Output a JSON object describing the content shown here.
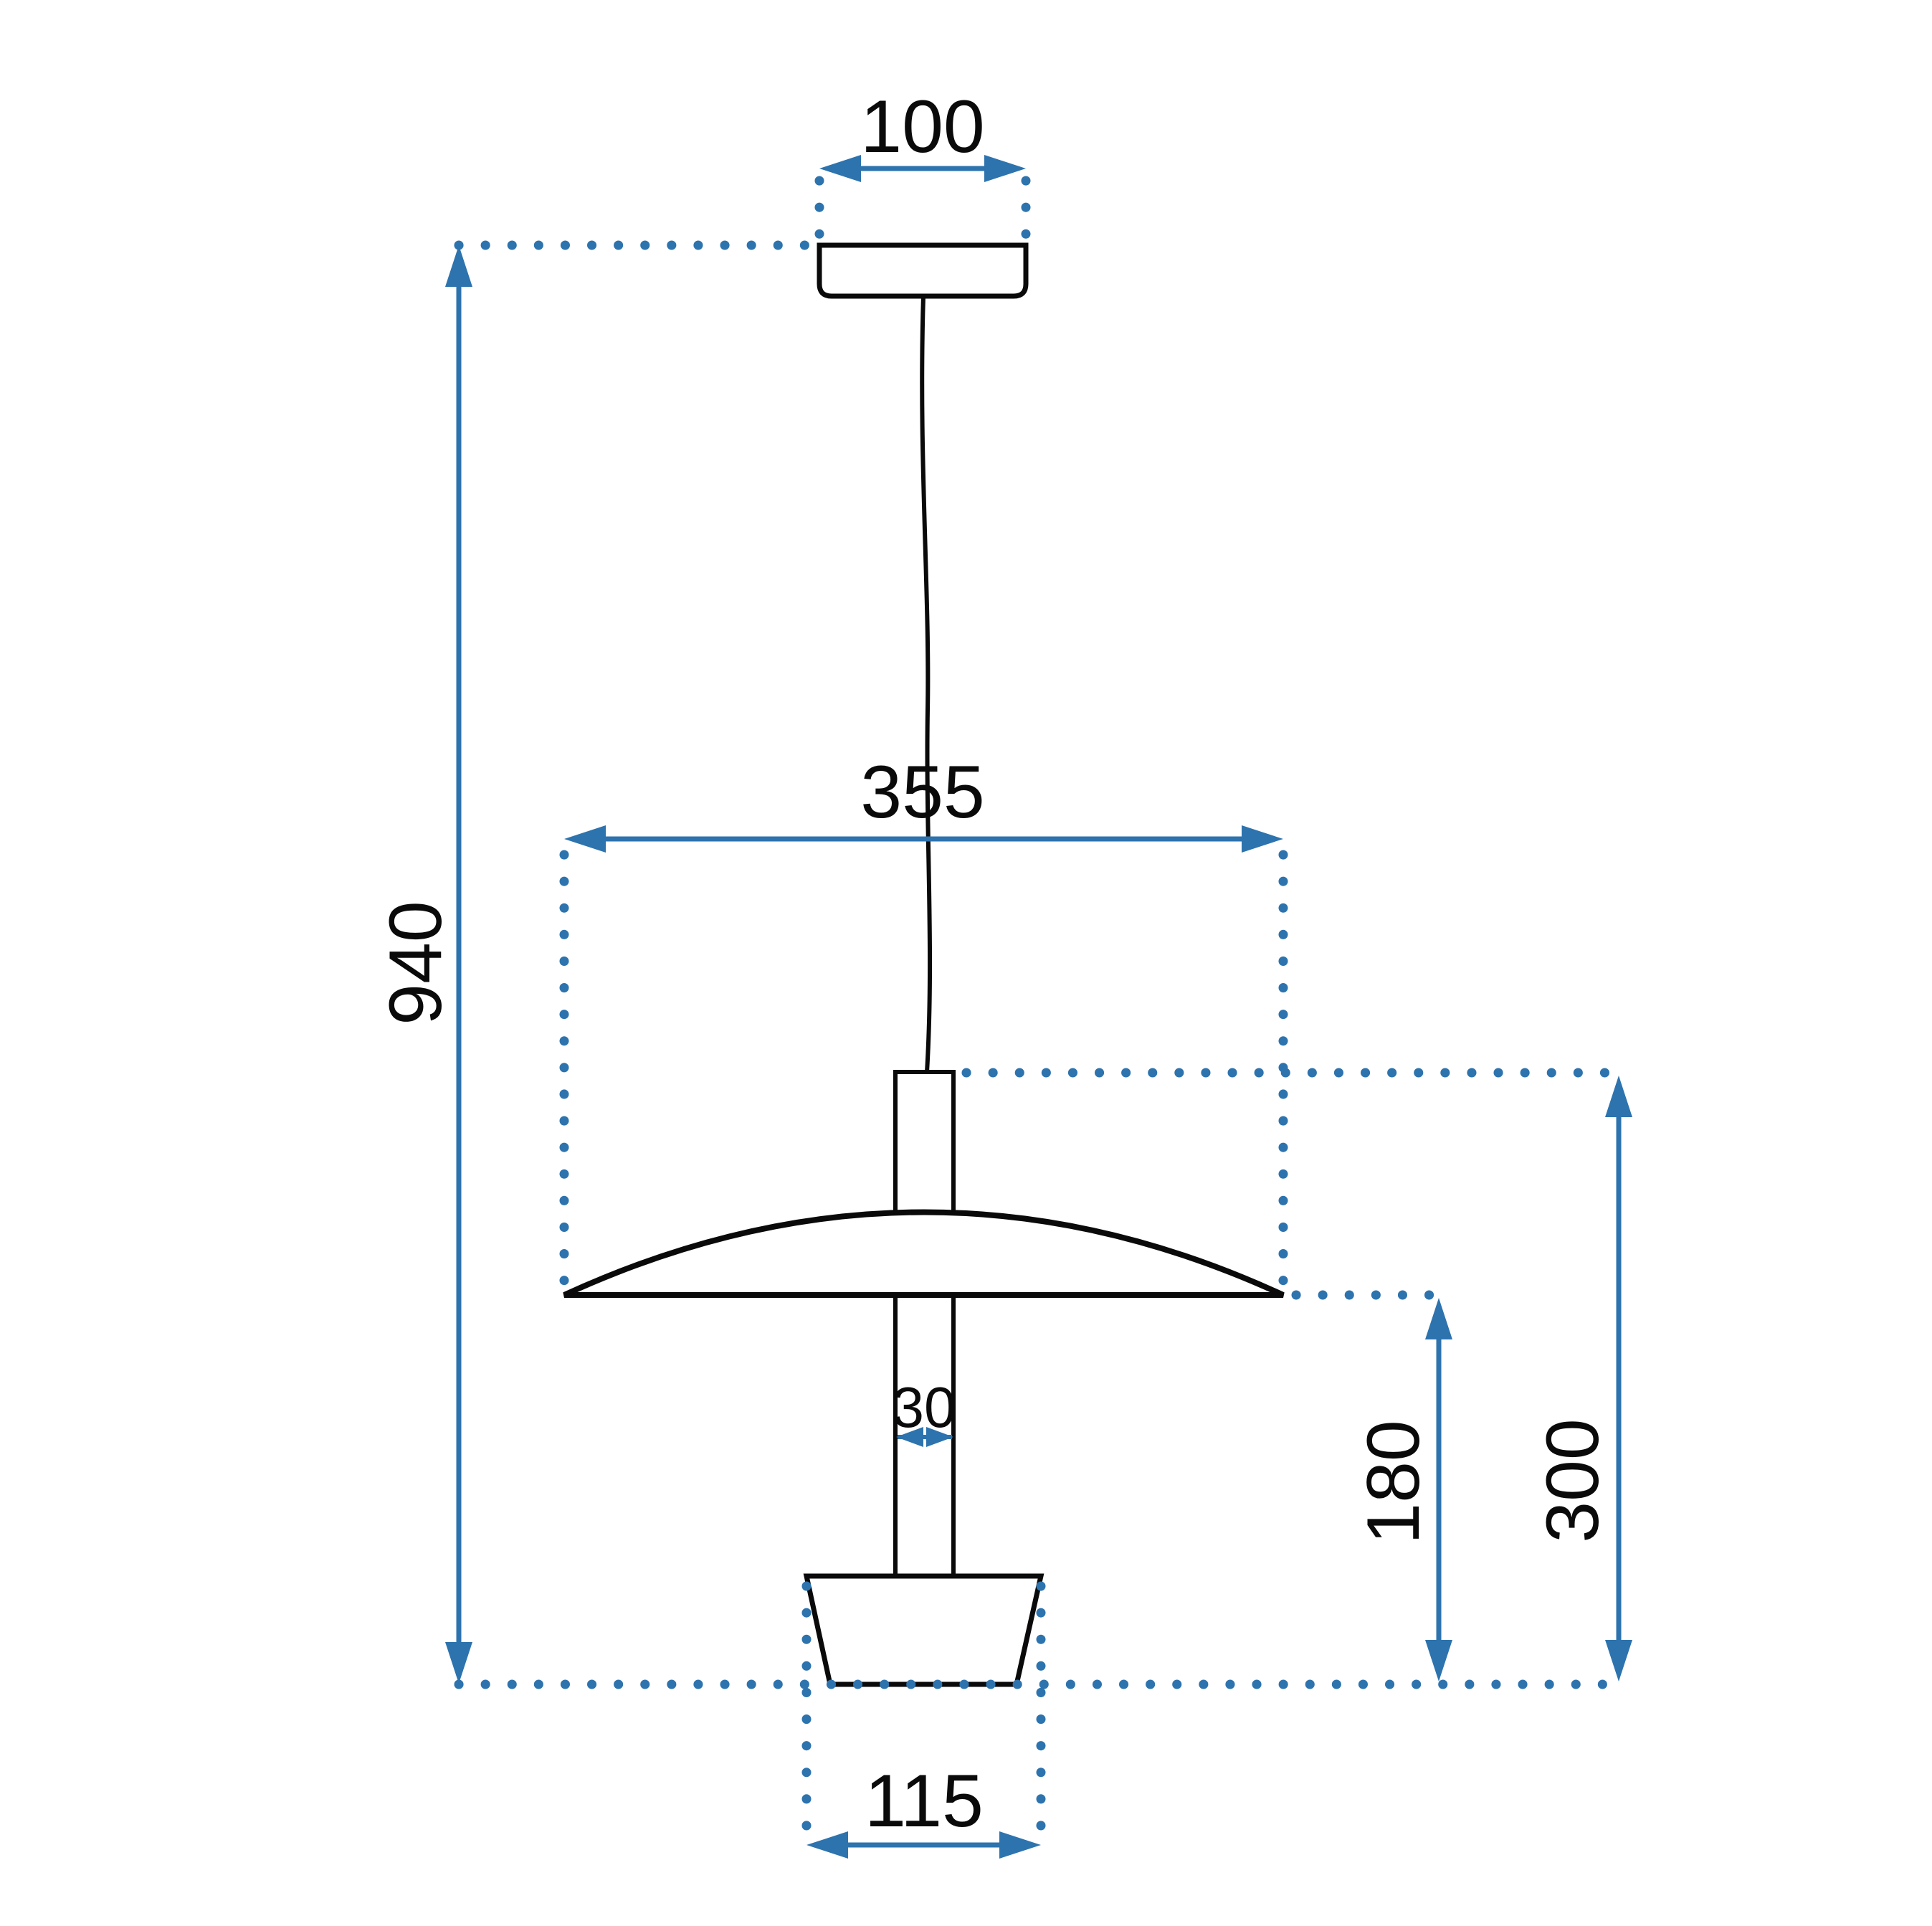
{
  "colors": {
    "dimension": "#2d73ae",
    "outline": "#0a0a0a",
    "background": "#ffffff"
  },
  "dimensions": {
    "canopy_width": "100",
    "shade_width": "355",
    "total_height": "940",
    "stem_width": "30",
    "shade_to_bottom_height": "180",
    "stem_top_to_bottom_height": "300",
    "base_width": "115"
  }
}
